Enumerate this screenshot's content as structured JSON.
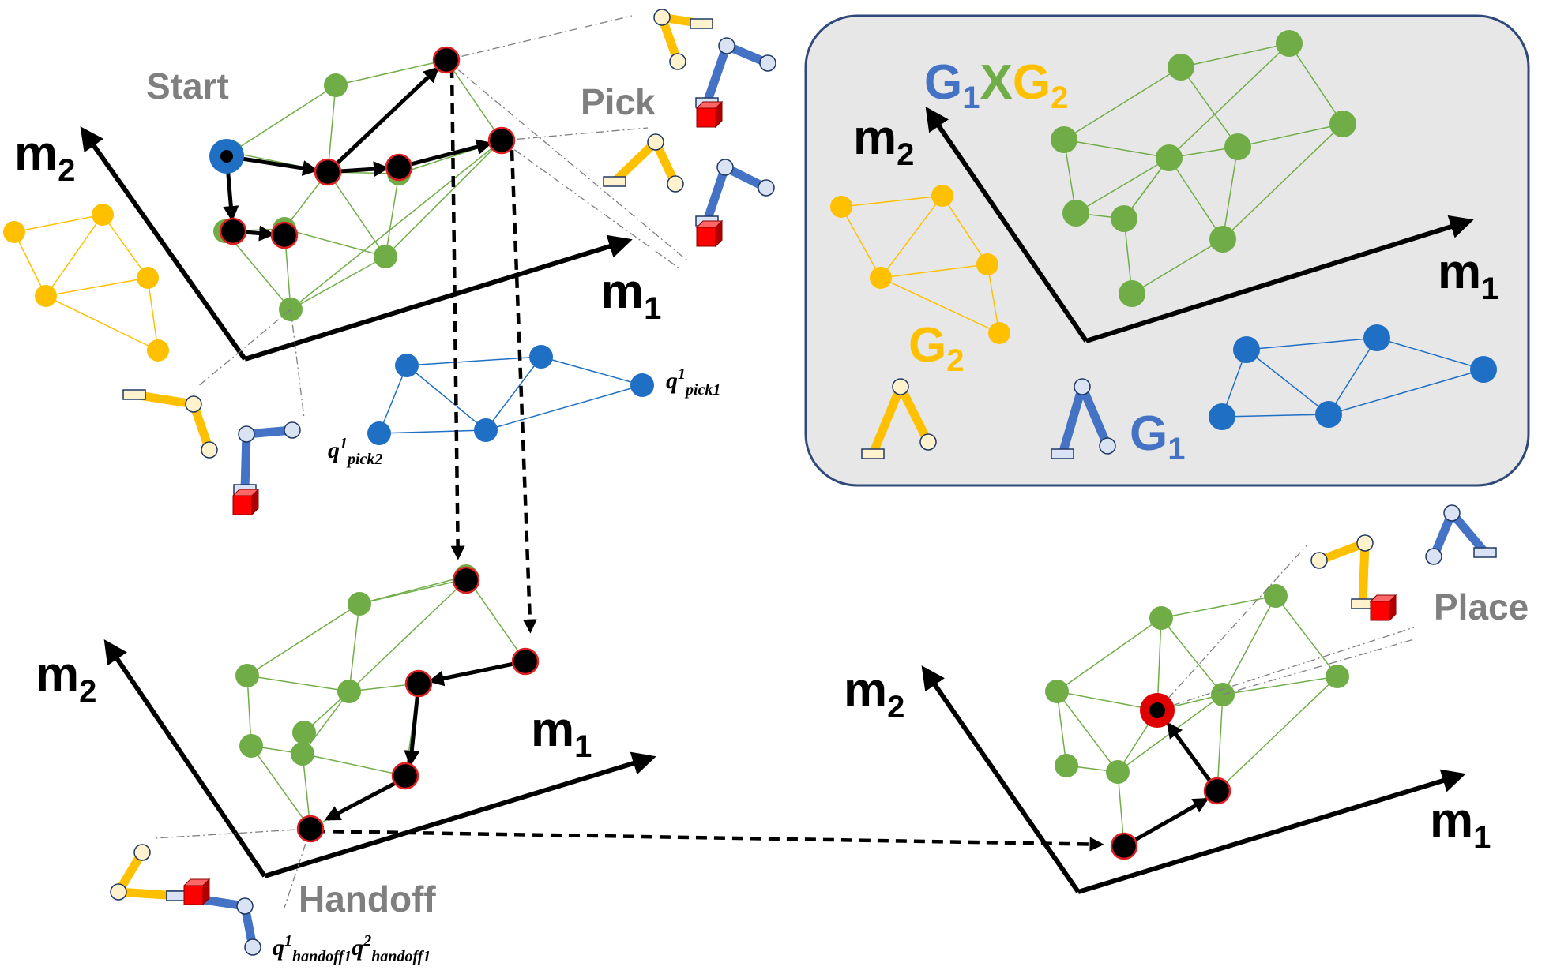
{
  "colors": {
    "composite_graph": "#70ad47",
    "graph_g1": "#1f6fc5",
    "graph_g2": "#ffc000",
    "path_node": "#000000",
    "path_node_ring": "#e02020",
    "robot1_link": "#4472c4",
    "robot1_joint": "#dae3f3",
    "robot2_link": "#ffc000",
    "robot2_joint": "#fff2cc",
    "object": "#ff0000",
    "legend_panel": "#e7e7e7",
    "legend_border": "#2f4a7a",
    "phase_label": "#7f7f7f"
  },
  "icons": [
    "robot-arm-icon",
    "red-cube-icon",
    "arrow-icon"
  ],
  "labels": {
    "start": "Start",
    "pick": "Pick",
    "handoff": "Handoff",
    "place": "Place"
  },
  "axes": {
    "m1_base": "m",
    "m1_sub": "1",
    "m2_base": "m",
    "m2_sub": "2"
  },
  "legend": {
    "g1_base": "G",
    "g1_sub": "1",
    "g2_base": "G",
    "g2_sub": "2",
    "times": "X"
  },
  "configs": {
    "pick1_base": "q",
    "pick1_sup": "1",
    "pick1_sub": "pick1",
    "pick2_base": "q",
    "pick2_sup": "1",
    "pick2_sub": "pick2",
    "handoff_r1_base": "q",
    "handoff_r1_sup": "1",
    "handoff_r1_sub": "handoff1",
    "handoff_r2_base": "q",
    "handoff_r2_sup": "2",
    "handoff_r2_sub": "handoff1"
  }
}
